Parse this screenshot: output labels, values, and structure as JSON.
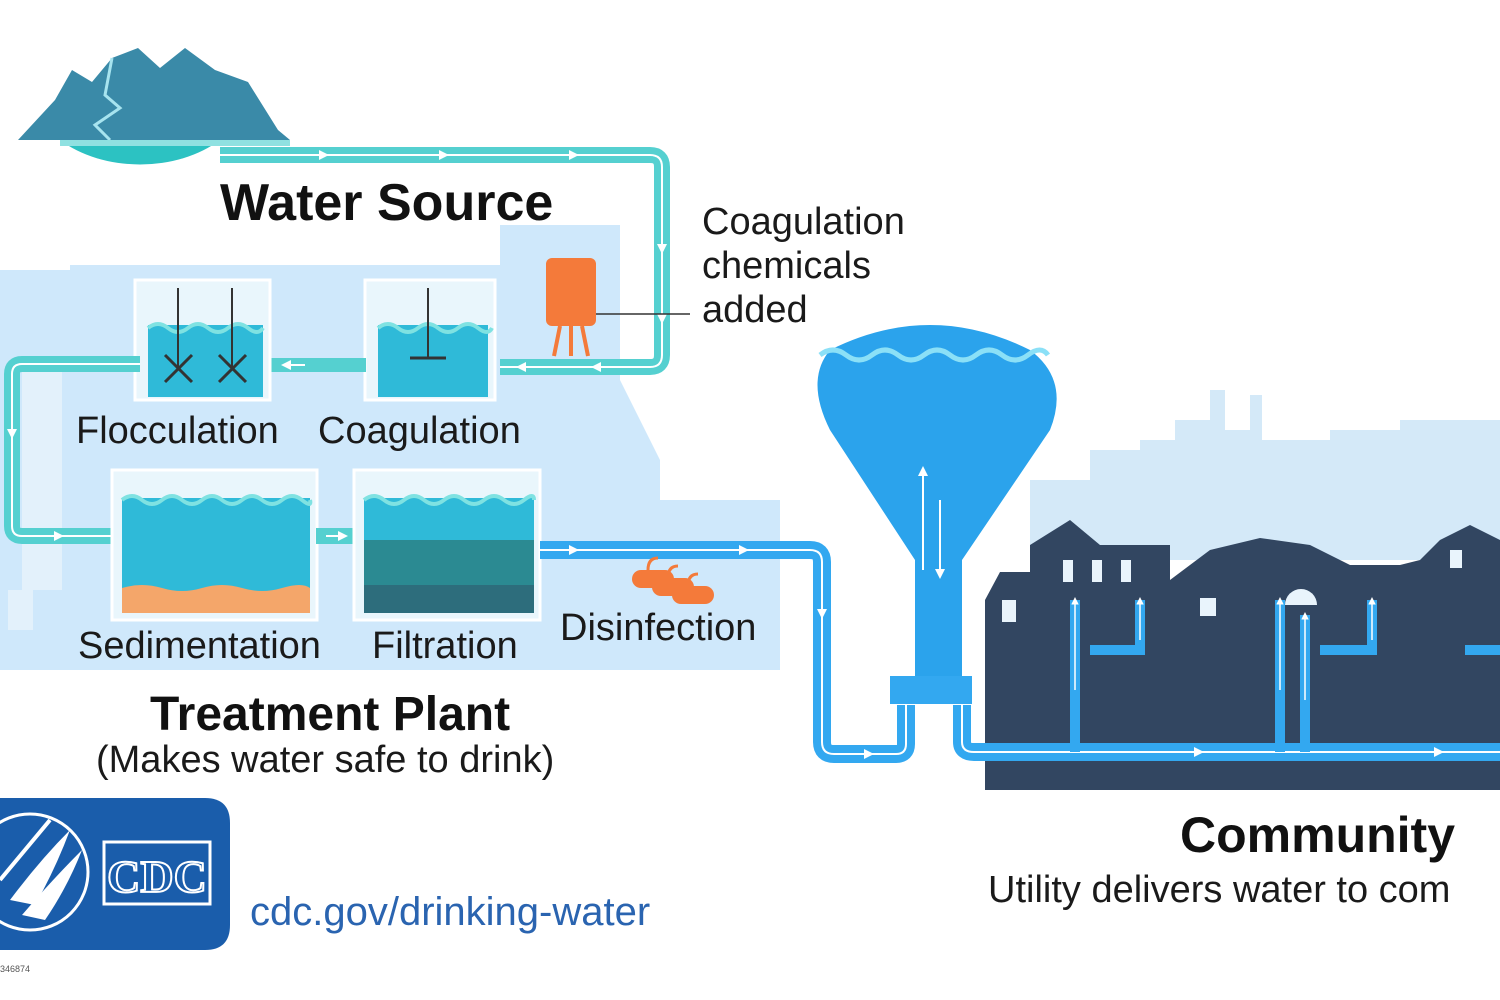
{
  "labels": {
    "water_source": "Water Source",
    "coag_chem_1": "Coagulation",
    "coag_chem_2": "chemicals",
    "coag_chem_3": "added",
    "flocculation": "Flocculation",
    "coagulation": "Coagulation",
    "sedimentation": "Sedimentation",
    "filtration": "Filtration",
    "disinfection": "Disinfection",
    "treatment_plant": "Treatment Plant",
    "treatment_sub": "(Makes water safe to drink)",
    "community": "Community",
    "community_sub": "Utility delivers water to com"
  },
  "footer": {
    "cdc_text": "CDC",
    "url": "cdc.gov/drinking-water",
    "code": "346874"
  },
  "colors": {
    "pipe": "#4fd3d3",
    "pipe_blue": "#33a8f0",
    "tank_water": "#2bb6e0",
    "plant_bg": "#cfe9fb",
    "mountain": "#3d8aa6",
    "houses": "#32475f",
    "skyline": "#d2e8f8",
    "cdc_blue": "#1a5dab",
    "chem_orange": "#f47a3a",
    "sediment": "#f4a66a",
    "url_blue": "#2a64b0"
  },
  "icons": {
    "logo": "hhs-eagle-icon",
    "chemical": "chemical-tank-icon",
    "tower": "water-tower-icon"
  }
}
